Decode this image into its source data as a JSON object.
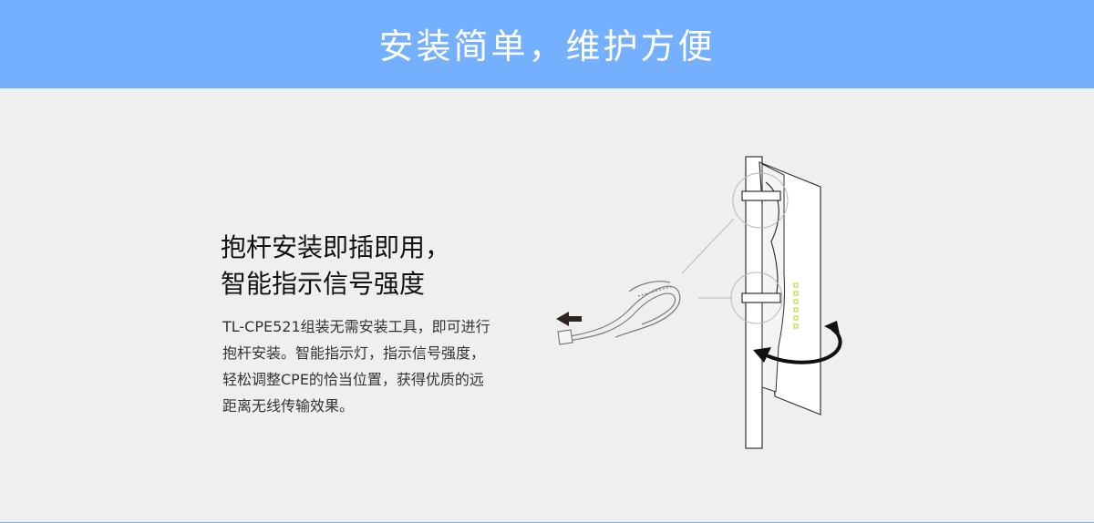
{
  "banner": {
    "title": "安装简单，维护方便",
    "background_color": "#74b0fe"
  },
  "feature": {
    "headline_line1": "抱杆安装即插即用，",
    "headline_line2": "智能指示信号强度",
    "description_lines": [
      "TL-CPE521组装无需安装工具，即可进行",
      "抱杆安装。智能指示灯，指示信号强度，",
      "轻松调整CPE的恰当位置，获得优质的远",
      "距离无线传输效果。"
    ]
  },
  "illustration": {
    "icons": [
      "cable-tie-icon",
      "left-arrow-icon",
      "pole-mount-cpe-icon",
      "rotate-arrow-icon"
    ],
    "accent_color": "#c7e25c"
  }
}
